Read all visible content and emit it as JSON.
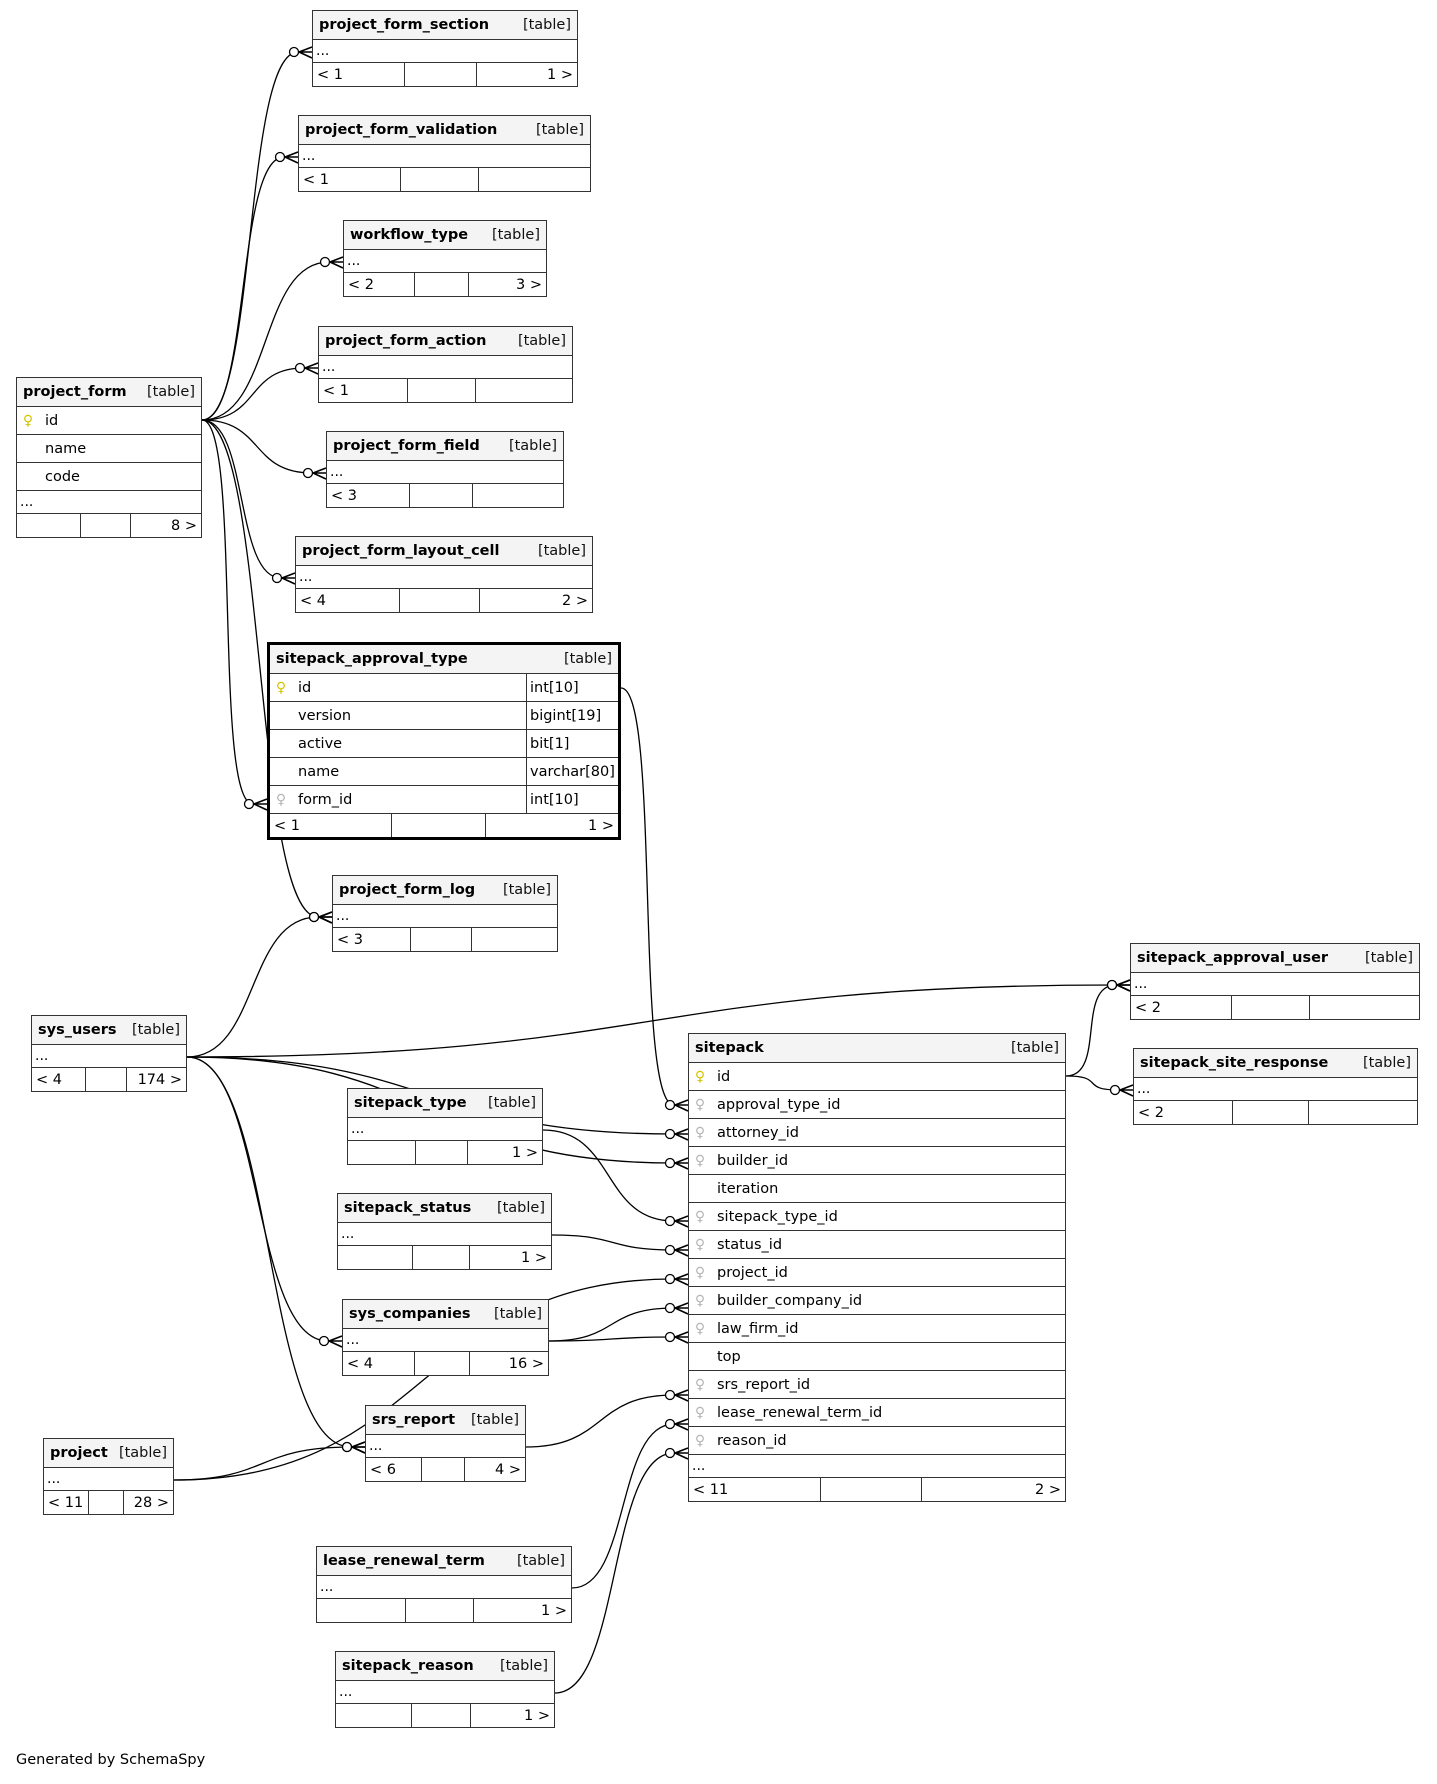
{
  "footer": "Generated by SchemaSpy",
  "table_kind_label": "[table]",
  "ellipsis": "...",
  "tables": {
    "project_form_section": {
      "name": "project_form_section",
      "parents": "< 1",
      "children": "1 >"
    },
    "project_form_validation": {
      "name": "project_form_validation",
      "parents": "< 1",
      "children": ""
    },
    "workflow_type": {
      "name": "workflow_type",
      "parents": "< 2",
      "children": "3 >"
    },
    "project_form_action": {
      "name": "project_form_action",
      "parents": "< 1",
      "children": ""
    },
    "project_form_field": {
      "name": "project_form_field",
      "parents": "< 3",
      "children": ""
    },
    "project_form_layout_cell": {
      "name": "project_form_layout_cell",
      "parents": "< 4",
      "children": "2 >"
    },
    "project_form": {
      "name": "project_form",
      "parents": "",
      "children": "8 >",
      "columns": [
        {
          "name": "id",
          "key": "primary-key"
        },
        {
          "name": "name",
          "key": ""
        },
        {
          "name": "code",
          "key": ""
        }
      ]
    },
    "sitepack_approval_type": {
      "name": "sitepack_approval_type",
      "parents": "< 1",
      "children": "1 >",
      "columns": [
        {
          "name": "id",
          "type": "int[10]",
          "key": "primary-key"
        },
        {
          "name": "version",
          "type": "bigint[19]",
          "key": ""
        },
        {
          "name": "active",
          "type": "bit[1]",
          "key": ""
        },
        {
          "name": "name",
          "type": "varchar[80]",
          "key": ""
        },
        {
          "name": "form_id",
          "type": "int[10]",
          "key": "foreign-key"
        }
      ]
    },
    "project_form_log": {
      "name": "project_form_log",
      "parents": "< 3",
      "children": ""
    },
    "sys_users": {
      "name": "sys_users",
      "parents": "< 4",
      "children": "174 >"
    },
    "sitepack_type": {
      "name": "sitepack_type",
      "parents": "",
      "children": "1 >"
    },
    "sitepack_status": {
      "name": "sitepack_status",
      "parents": "",
      "children": "1 >"
    },
    "sys_companies": {
      "name": "sys_companies",
      "parents": "< 4",
      "children": "16 >"
    },
    "srs_report": {
      "name": "srs_report",
      "parents": "< 6",
      "children": "4 >"
    },
    "project": {
      "name": "project",
      "parents": "< 11",
      "children": "28 >"
    },
    "lease_renewal_term": {
      "name": "lease_renewal_term",
      "parents": "",
      "children": "1 >"
    },
    "sitepack_reason": {
      "name": "sitepack_reason",
      "parents": "",
      "children": "1 >"
    },
    "sitepack_approval_user": {
      "name": "sitepack_approval_user",
      "parents": "< 2",
      "children": ""
    },
    "sitepack_site_response": {
      "name": "sitepack_site_response",
      "parents": "< 2",
      "children": ""
    },
    "sitepack": {
      "name": "sitepack",
      "parents": "< 11",
      "children": "2 >",
      "columns": [
        {
          "name": "id",
          "key": "primary-key"
        },
        {
          "name": "approval_type_id",
          "key": "foreign-key"
        },
        {
          "name": "attorney_id",
          "key": "foreign-key"
        },
        {
          "name": "builder_id",
          "key": "foreign-key"
        },
        {
          "name": "iteration",
          "key": ""
        },
        {
          "name": "sitepack_type_id",
          "key": "foreign-key"
        },
        {
          "name": "status_id",
          "key": "foreign-key"
        },
        {
          "name": "project_id",
          "key": "foreign-key"
        },
        {
          "name": "builder_company_id",
          "key": "foreign-key"
        },
        {
          "name": "law_firm_id",
          "key": "foreign-key"
        },
        {
          "name": "top",
          "key": ""
        },
        {
          "name": "srs_report_id",
          "key": "foreign-key"
        },
        {
          "name": "lease_renewal_term_id",
          "key": "foreign-key"
        },
        {
          "name": "reason_id",
          "key": "foreign-key"
        }
      ]
    }
  },
  "relationships": [
    {
      "from": "project_form.id",
      "to": "project_form_section"
    },
    {
      "from": "project_form.id",
      "to": "project_form_validation"
    },
    {
      "from": "project_form.id",
      "to": "workflow_type"
    },
    {
      "from": "project_form.id",
      "to": "project_form_action"
    },
    {
      "from": "project_form.id",
      "to": "project_form_field"
    },
    {
      "from": "project_form.id",
      "to": "project_form_layout_cell"
    },
    {
      "from": "project_form.id",
      "to": "sitepack_approval_type.form_id"
    },
    {
      "from": "project_form.id",
      "to": "project_form_log"
    },
    {
      "from": "sys_users",
      "to": "project_form_log"
    },
    {
      "from": "sys_users",
      "to": "sitepack_approval_user"
    },
    {
      "from": "sys_users",
      "to": "sitepack.attorney_id"
    },
    {
      "from": "sys_users",
      "to": "sitepack.builder_id"
    },
    {
      "from": "sys_users",
      "to": "sys_companies"
    },
    {
      "from": "sys_users",
      "to": "srs_report"
    },
    {
      "from": "sitepack_approval_type.id",
      "to": "sitepack.approval_type_id"
    },
    {
      "from": "sitepack_type",
      "to": "sitepack.sitepack_type_id"
    },
    {
      "from": "sitepack_status",
      "to": "sitepack.status_id"
    },
    {
      "from": "project",
      "to": "sitepack.project_id"
    },
    {
      "from": "sys_companies",
      "to": "sitepack.builder_company_id"
    },
    {
      "from": "sys_companies",
      "to": "sitepack.law_firm_id"
    },
    {
      "from": "project",
      "to": "srs_report"
    },
    {
      "from": "srs_report",
      "to": "sitepack.srs_report_id"
    },
    {
      "from": "lease_renewal_term",
      "to": "sitepack.lease_renewal_term_id"
    },
    {
      "from": "sitepack_reason",
      "to": "sitepack.reason_id"
    },
    {
      "from": "sitepack.id",
      "to": "sitepack_approval_user"
    },
    {
      "from": "sitepack.id",
      "to": "sitepack_site_response"
    }
  ]
}
